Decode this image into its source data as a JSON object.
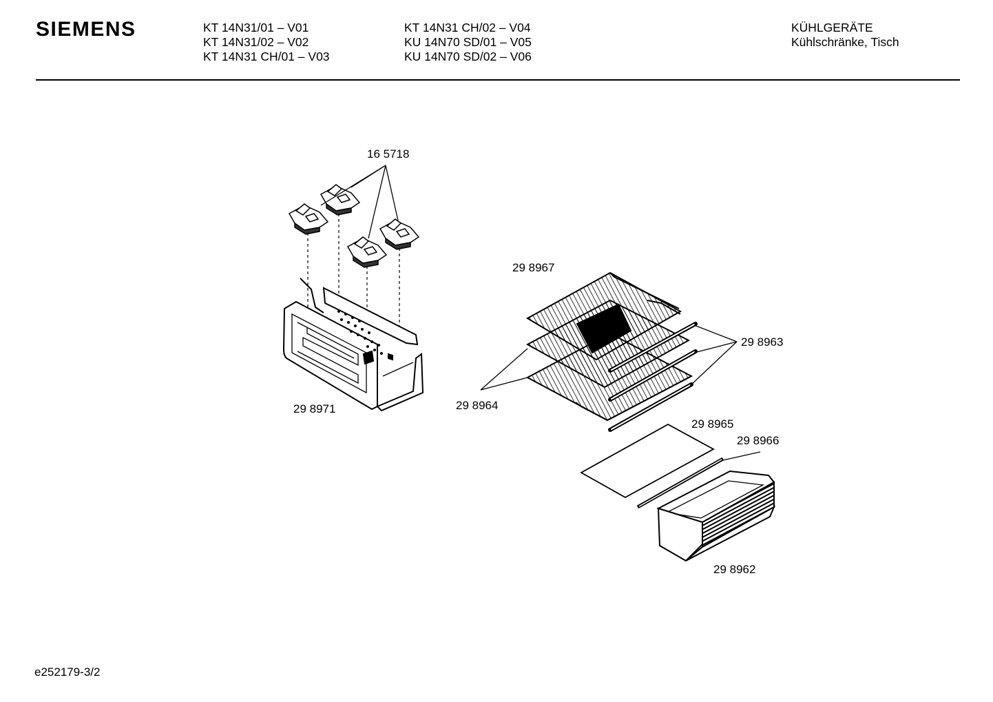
{
  "header": {
    "brand": "SIEMENS",
    "models_col1": [
      "KT 14N31/01 – V01",
      "KT 14N31/02 – V02",
      "KT 14N31 CH/01 – V03"
    ],
    "models_col2": [
      "KT 14N31 CH/02 – V04",
      "KU 14N70 SD/01 – V05",
      "KU 14N70 SD/02 – V06"
    ],
    "category": "KÜHLGERÄTE",
    "subcategory": "Kühlschränke, Tisch"
  },
  "parts": {
    "clips": "16 5718",
    "evaporator": "29 8971",
    "shelf_top": "29 8967",
    "rails": "29 8963",
    "shelves": "29 8964",
    "glass_plate": "29 8965",
    "glass_strip": "29 8966",
    "drawer": "29 8962"
  },
  "footer": {
    "code": "e252179-3/2"
  }
}
